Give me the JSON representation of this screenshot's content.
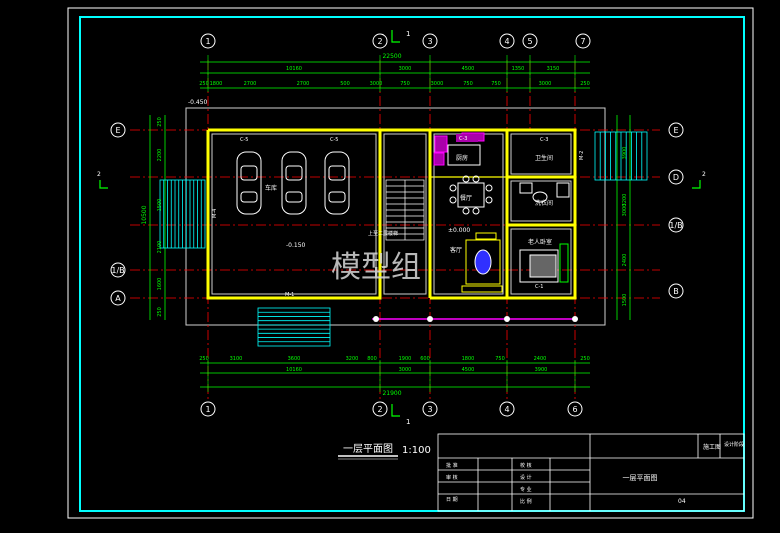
{
  "axes_top": [
    "1",
    "2",
    "3",
    "4",
    "5",
    "7"
  ],
  "axes_bottom": [
    "1",
    "2",
    "3",
    "4",
    "6"
  ],
  "axes_left": [
    "E",
    "1/B",
    "A"
  ],
  "axes_right": [
    "E",
    "D",
    "1/B",
    "B"
  ],
  "dims_top_total": "22500",
  "dims_top_mid": [
    "10160",
    "3000",
    "4500",
    "1350",
    "3150"
  ],
  "dims_top_detail": [
    "250",
    "1800",
    "2700",
    "2700",
    "500",
    "3000",
    "750",
    "3000",
    "750",
    "750",
    "3000",
    "250"
  ],
  "dims_bottom_detail": [
    "250",
    "3100",
    "3600",
    "3200",
    "800",
    "1900",
    "600",
    "1800",
    "750",
    "2400",
    "250"
  ],
  "dims_bottom_mid": [
    "10160",
    "3000",
    "4500",
    "3900"
  ],
  "dims_bottom_total": "21900",
  "dims_left": [
    "250",
    "2200",
    "1500",
    "2100",
    "1600",
    "250"
  ],
  "dims_left_total": "10500",
  "dims_right": [
    "3900",
    "3200",
    "2400",
    "1500",
    "3000"
  ],
  "elevation": "-0.450",
  "elevation_garage": "-0.150",
  "elevation_living": "±0.000",
  "rooms": {
    "garage": "车库",
    "kitchen": "厨房",
    "dining": "餐厅",
    "bath": "卫生间",
    "living": "客厅",
    "bedroom": "老人卧室",
    "laundry": "洗衣间",
    "stair_note": "上至二层楼梯"
  },
  "window_labels": [
    "C-5",
    "C-5",
    "C-3",
    "C-3",
    "C-1",
    "M-4",
    "M-2",
    "M-1"
  ],
  "section_marks": [
    "2",
    "1",
    "1",
    "2"
  ],
  "watermark": "模型组",
  "drawing_title": "一层平面图",
  "drawing_scale": "1:100",
  "titleblock": {
    "project_label": "施工图",
    "stage_label": "设计阶段",
    "rows_left": [
      "批  准",
      "审  核",
      "日  期"
    ],
    "rows_mid": [
      "校  核",
      "设  计",
      "专  业",
      "比  例"
    ],
    "sheet_title": "一层平面图",
    "sheet_no": "04"
  },
  "colors": {
    "frame": "#00ffff",
    "wall": "#ffff00",
    "dim": "#00ff00",
    "grid_axis": "#ff0000",
    "furniture": "#ffffff",
    "accent": "#ff00ff"
  }
}
